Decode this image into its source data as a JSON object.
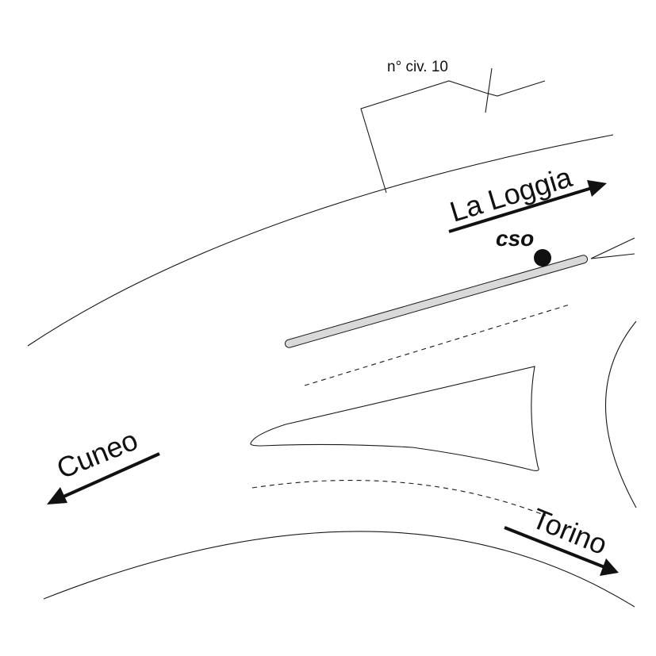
{
  "map": {
    "house_number_label": "n° civ. 10",
    "cso_label": "cso",
    "directions": {
      "la_loggia": "La Loggia",
      "cuneo": "Cuneo",
      "torino": "Torino"
    },
    "colors": {
      "line": "#1a1a1a",
      "island_fill": "#d9d9d9",
      "arrow": "#111111",
      "background": "#ffffff"
    },
    "icons": {
      "cso_marker": "filled-circle",
      "direction_arrow": "arrow"
    }
  }
}
